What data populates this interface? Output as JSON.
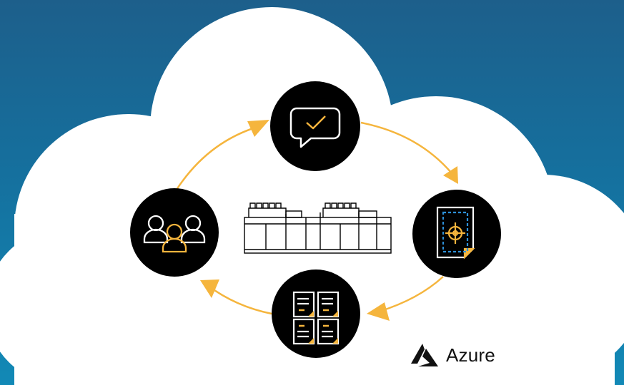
{
  "brand": {
    "name": "Azure",
    "icon": "azure-logo-icon"
  },
  "colors": {
    "background_top": "#1d5f8b",
    "background_bottom": "#1289b6",
    "cloud": "#ffffff",
    "node_fill": "#000000",
    "accent": "#f5b53d",
    "icon_stroke": "#ffffff",
    "secondary_accent": "#2d8fd6"
  },
  "diagram": {
    "nodes": [
      {
        "id": "people",
        "icon": "people-group-icon"
      },
      {
        "id": "feedback",
        "icon": "chat-checkmark-icon"
      },
      {
        "id": "target",
        "icon": "document-target-icon"
      },
      {
        "id": "documents",
        "icon": "documents-grid-icon"
      }
    ],
    "cycle": [
      "people",
      "feedback",
      "target",
      "documents"
    ],
    "center_icon": "server-rack-icon"
  }
}
